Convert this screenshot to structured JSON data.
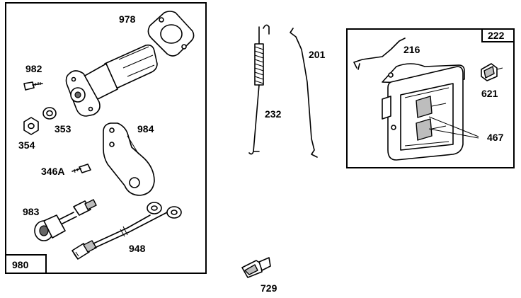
{
  "kit_boxes": [
    {
      "number": "980"
    },
    {
      "number": "222"
    }
  ],
  "part_labels": {
    "p978": "978",
    "p982": "982",
    "p353": "353",
    "p354": "354",
    "p984": "984",
    "p346a": "346A",
    "p983": "983",
    "p948": "948",
    "p232": "232",
    "p201": "201",
    "p216": "216",
    "p621": "621",
    "p467": "467",
    "p729": "729"
  }
}
